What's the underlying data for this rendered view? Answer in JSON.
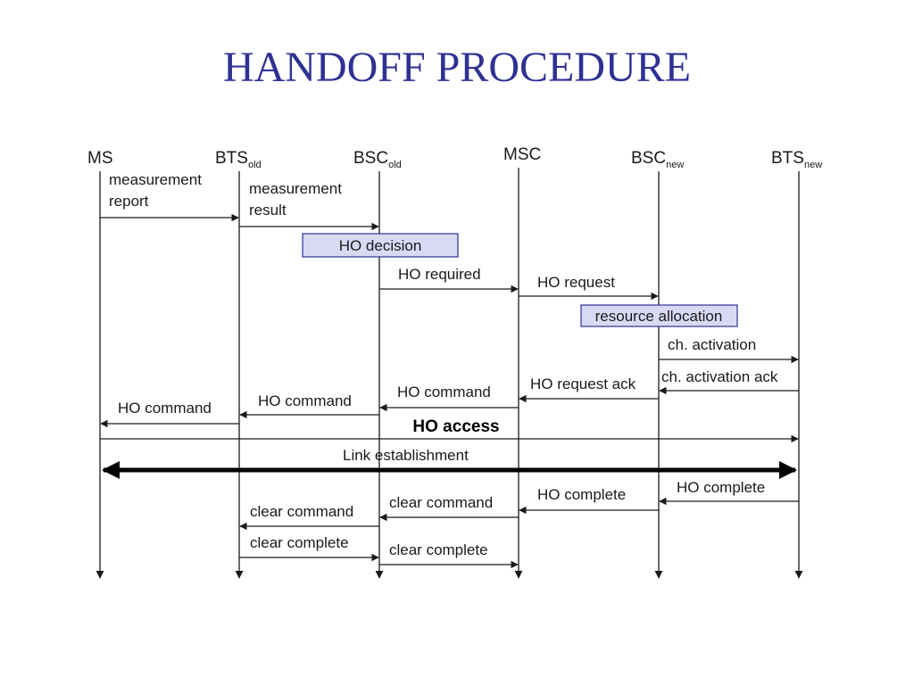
{
  "title": "HANDOFF PROCEDURE",
  "colors": {
    "title": "#2e3192",
    "box_fill": "#d9d9f5",
    "box_stroke": "#2e3192",
    "line": "#1a1a1a"
  },
  "entities": [
    {
      "id": "ms",
      "main": "MS",
      "sub": ""
    },
    {
      "id": "bts_old",
      "main": "BTS",
      "sub": "old"
    },
    {
      "id": "bsc_old",
      "main": "BSC",
      "sub": "old"
    },
    {
      "id": "msc",
      "main": "MSC",
      "sub": ""
    },
    {
      "id": "bsc_new",
      "main": "BSC",
      "sub": "new"
    },
    {
      "id": "bts_new",
      "main": "BTS",
      "sub": "new"
    }
  ],
  "boxes": [
    {
      "id": "ho-decision",
      "text": "HO decision"
    },
    {
      "id": "resource-allocation",
      "text": "resource allocation"
    }
  ],
  "messages": [
    {
      "id": "measurement-report",
      "from": "MS",
      "to": "BTS old",
      "lines": [
        "measurement",
        "report"
      ]
    },
    {
      "id": "measurement-result",
      "from": "BTS old",
      "to": "BSC old",
      "lines": [
        "measurement",
        "result"
      ]
    },
    {
      "id": "ho-required",
      "from": "BSC old",
      "to": "MSC",
      "lines": [
        "HO required"
      ]
    },
    {
      "id": "ho-request",
      "from": "MSC",
      "to": "BSC new",
      "lines": [
        "HO request"
      ]
    },
    {
      "id": "ch-activation",
      "from": "BSC new",
      "to": "BTS new",
      "lines": [
        "ch. activation"
      ]
    },
    {
      "id": "ch-activation-ack",
      "from": "BTS new",
      "to": "BSC new",
      "lines": [
        "ch. activation ack"
      ]
    },
    {
      "id": "ho-request-ack",
      "from": "BSC new",
      "to": "MSC",
      "lines": [
        "HO request ack"
      ]
    },
    {
      "id": "ho-command-msc",
      "from": "MSC",
      "to": "BSC old",
      "lines": [
        "HO command"
      ]
    },
    {
      "id": "ho-command-bsc",
      "from": "BSC old",
      "to": "BTS old",
      "lines": [
        "HO command"
      ]
    },
    {
      "id": "ho-command-bts",
      "from": "BTS old",
      "to": "MS",
      "lines": [
        "HO command"
      ]
    },
    {
      "id": "ho-access",
      "from": "MS",
      "to": "BTS new",
      "lines": [
        "HO access"
      ]
    },
    {
      "id": "link-establishment",
      "from": "MS",
      "to": "BTS new",
      "lines": [
        "Link establishment"
      ]
    },
    {
      "id": "ho-complete-bts",
      "from": "BTS new",
      "to": "BSC new",
      "lines": [
        "HO complete"
      ]
    },
    {
      "id": "ho-complete-bsc",
      "from": "BSC new",
      "to": "MSC",
      "lines": [
        "HO complete"
      ]
    },
    {
      "id": "clear-command-msc",
      "from": "MSC",
      "to": "BSC old",
      "lines": [
        "clear command"
      ]
    },
    {
      "id": "clear-command-bsc",
      "from": "BSC old",
      "to": "BTS old",
      "lines": [
        "clear command"
      ]
    },
    {
      "id": "clear-complete-bts",
      "from": "BTS old",
      "to": "BSC old",
      "lines": [
        "clear complete"
      ]
    },
    {
      "id": "clear-complete-bsc",
      "from": "BSC old",
      "to": "MSC",
      "lines": [
        "clear complete"
      ]
    }
  ]
}
